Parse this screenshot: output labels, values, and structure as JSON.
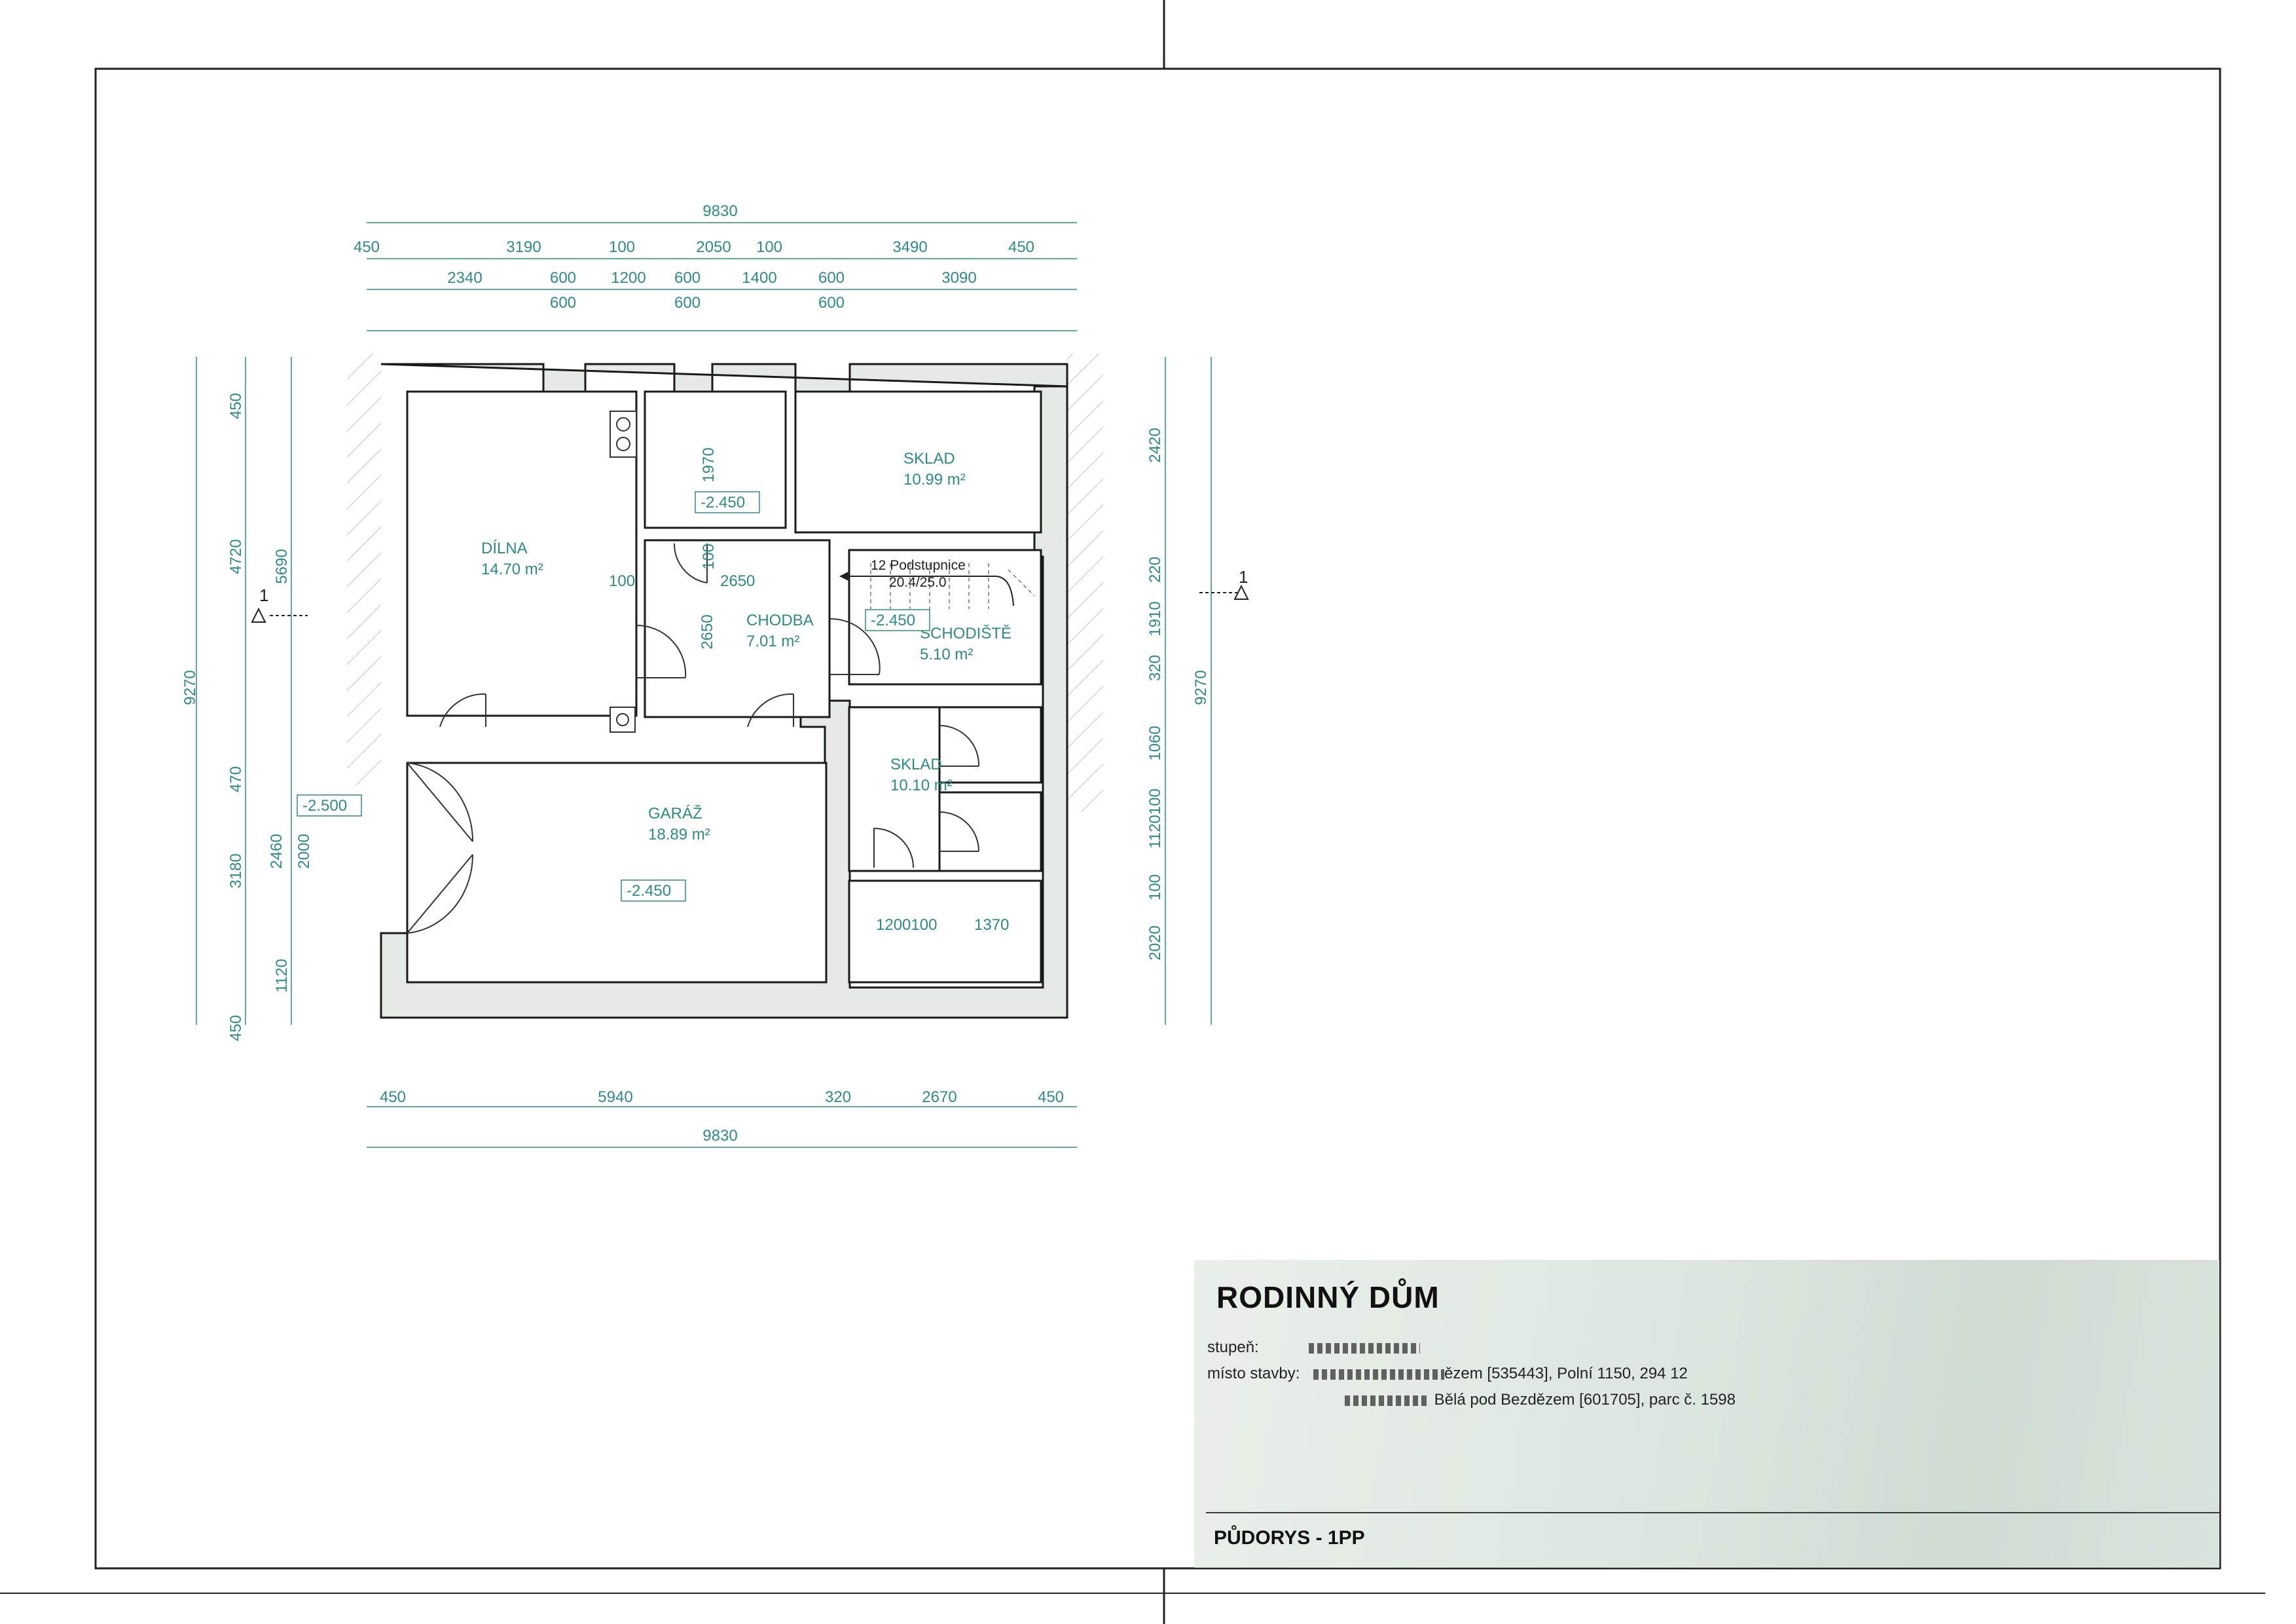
{
  "drawing": {
    "rooms": [
      {
        "id": "dilna",
        "name": "DÍLNA",
        "area": "14.70 m²"
      },
      {
        "id": "sklad1",
        "name": "SKLAD",
        "area": "10.99 m²"
      },
      {
        "id": "chodba",
        "name": "CHODBA",
        "area": "7.01 m²"
      },
      {
        "id": "schodiste",
        "name": "SCHODIŠTĚ",
        "area": "5.10 m²"
      },
      {
        "id": "sklad2",
        "name": "SKLAD",
        "area": "10.10 m²"
      },
      {
        "id": "garaz",
        "name": "GARÁŽ",
        "area": "18.89 m²"
      }
    ],
    "levels": [
      "-2.450",
      "-2.450",
      "-2.450",
      "-2.500"
    ],
    "stairs_note": [
      "12 Podstupnice",
      "20.4/25.0"
    ],
    "section_mark": "1",
    "dims_top": {
      "total": "9830",
      "row1": [
        "450",
        "3190",
        "100",
        "2050",
        "100",
        "3490",
        "450"
      ],
      "row2": [
        "2340",
        "600",
        "1200",
        "600",
        "1400",
        "600",
        "3090"
      ],
      "row2_sub": [
        "600",
        "600",
        "600"
      ]
    },
    "dims_bottom": {
      "row1": [
        "450",
        "5940",
        "320",
        "2670",
        "450"
      ],
      "total": "9830"
    },
    "dims_left": {
      "col1": [
        "450",
        "4720",
        "470",
        "3180",
        "450"
      ],
      "col2": [
        "5690",
        "1120"
      ],
      "col3": [
        "9270"
      ],
      "inner": [
        "2460",
        "2000"
      ]
    },
    "dims_right": {
      "col1": [
        "2420",
        "220",
        "1910",
        "320",
        "1060",
        "1120100",
        "100",
        "2020"
      ],
      "col2": [
        "9270"
      ]
    },
    "dims_inner": {
      "d1970": "1970",
      "d100a": "100",
      "d100b": "100",
      "d2650a": "2650",
      "d2650b": "2650",
      "d1200": "1200100",
      "d1370": "1370"
    }
  },
  "title_block": {
    "title": "RODINNÝ DŮM",
    "stage_label": "stupeň:",
    "site_label": "místo stavby:",
    "site_line1_suffix": "ězem [535443], Polní 1150, 294 12",
    "site_line2_suffix": "Bělá pod Bezdězem [601705], parc č. 1598",
    "footer": "PŮDORYS - 1PP"
  },
  "colors": {
    "dim": "#2e8a86",
    "wall": "#1a1a1a",
    "fill": "#e6eae6"
  }
}
